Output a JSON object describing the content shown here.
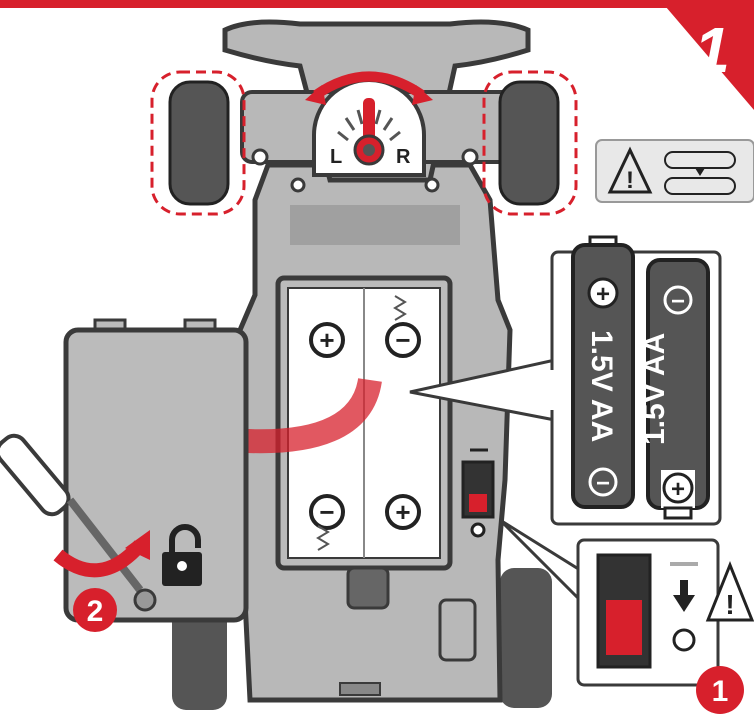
{
  "step": {
    "number": "1"
  },
  "steering": {
    "left": "L",
    "right": "R"
  },
  "battery1": {
    "label": "1.5V AA",
    "plus": "+",
    "minus": "−"
  },
  "battery2": {
    "label": "1.5V AA",
    "plus": "+",
    "minus": "−"
  },
  "callouts": {
    "switch_step": "1",
    "screw_step": "2"
  },
  "colors": {
    "red": "#d7202c",
    "gray": "#a9a9a9",
    "dark": "#3a3a3a"
  },
  "icons": [
    "warning-icon",
    "unlock-icon",
    "screwdriver-icon",
    "arrow-down-icon",
    "rotate-arrow-icon"
  ]
}
